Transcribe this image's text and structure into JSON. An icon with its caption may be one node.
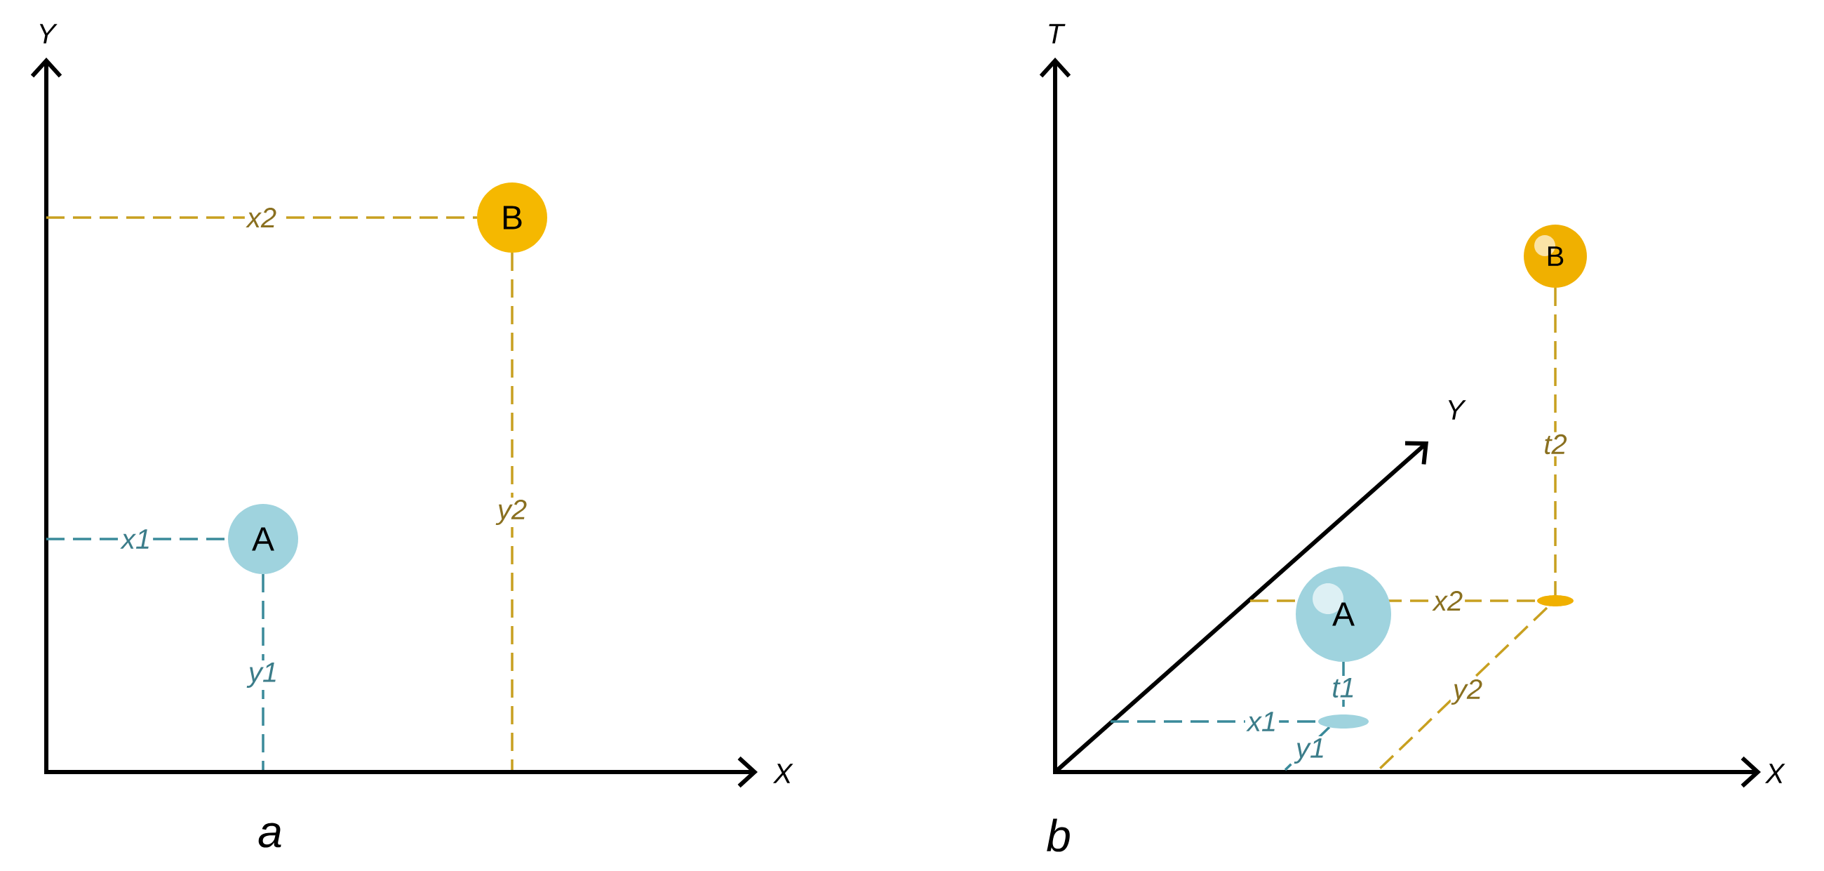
{
  "diagram": {
    "nodes": [
      {
        "text": [
          "A"
        ]
      },
      {
        "text": [
          "B"
        ]
      },
      {
        "text": [
          "A"
        ]
      },
      {
        "text": [
          "B"
        ]
      }
    ],
    "labels": [
      "Y",
      "x2",
      "x1",
      "y2",
      "y1",
      "X",
      "a",
      "T",
      "Y",
      "t2",
      "x2",
      "y2",
      "t1",
      "x1",
      "y1",
      "X",
      "b"
    ]
  }
}
